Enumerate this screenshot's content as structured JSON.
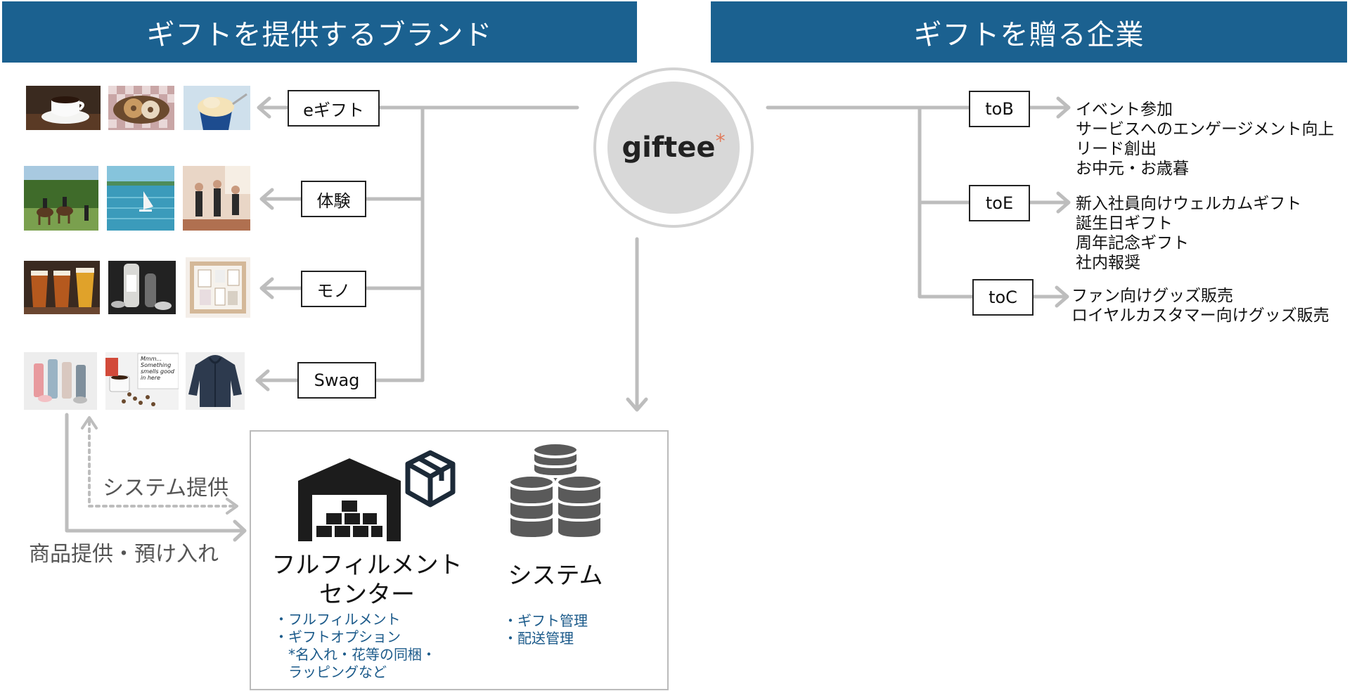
{
  "headers": {
    "left": "ギフトを提供するブランド",
    "right": "ギフトを贈る企業"
  },
  "center_logo": {
    "text": "giftee",
    "accent": "*"
  },
  "categories": [
    {
      "label": "eギフト"
    },
    {
      "label": "体験"
    },
    {
      "label": "モノ"
    },
    {
      "label": "Swag"
    }
  ],
  "segments": [
    {
      "label": "toB",
      "uses": [
        "イベント参加",
        "サービスへのエンゲージメント向上",
        "リード創出",
        "お中元・お歳暮"
      ]
    },
    {
      "label": "toE",
      "uses": [
        "新入社員向けウェルカムギフト",
        "誕生日ギフト",
        "周年記念ギフト",
        "社内報奨"
      ]
    },
    {
      "label": "toC",
      "uses": [
        "ファン向けグッズ販売",
        "ロイヤルカスタマー向けグッズ販売"
      ]
    }
  ],
  "flow_labels": {
    "system": "システム提供",
    "goods": "商品提供・預け入れ"
  },
  "fulfillment": {
    "title_line1": "フルフィルメント",
    "title_line2": "センター",
    "features": [
      "・フルフィルメント",
      "・ギフトオプション",
      "　*名入れ・花等の同梱・",
      "　ラッピングなど"
    ]
  },
  "system": {
    "title": "システム",
    "features": [
      "・ギフト管理",
      "・配送管理"
    ]
  },
  "thumb_captions": {
    "swag_mug": "Mmm... Something smells good in here"
  },
  "colors": {
    "header_bg": "#1b6190",
    "connector": "#bdbdbd",
    "feature_text": "#1b5a8a",
    "icon_dark": "#1c1c1c",
    "db_icon": "#5a5a5a"
  }
}
